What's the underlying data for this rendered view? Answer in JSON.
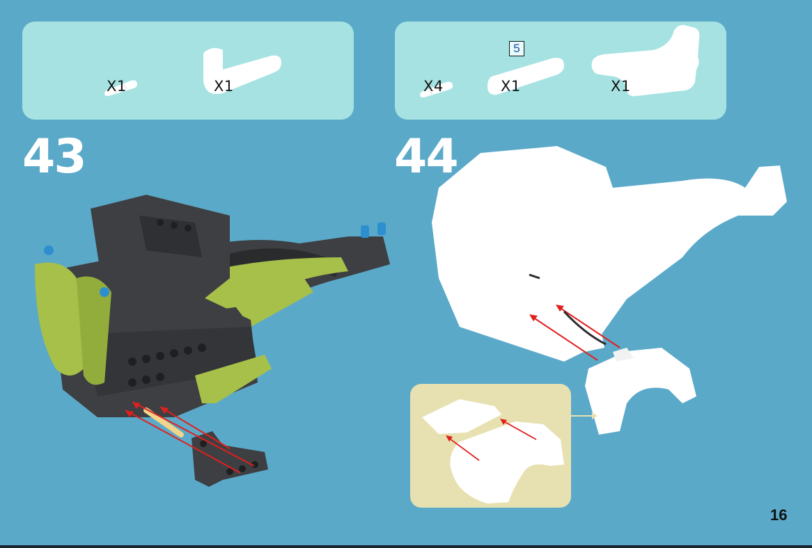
{
  "step43": {
    "number": "43",
    "parts": [
      {
        "icon": "axle-pin-part-icon",
        "qty": "X1"
      },
      {
        "icon": "angled-beam-part-icon",
        "qty": "X1"
      }
    ]
  },
  "step44": {
    "number": "44",
    "beam_length": "5",
    "parts": [
      {
        "icon": "axle-pin-part-icon",
        "qty": "X4"
      },
      {
        "icon": "straight-beam-part-icon",
        "qty": "X1"
      },
      {
        "icon": "arched-panel-part-icon",
        "qty": "X1"
      }
    ]
  },
  "page_number": "16",
  "colors": {
    "background": "#5aa9c9",
    "panel": "#a6e2e2",
    "callout": "#e7e1b1",
    "model_dark": "#3d3f42",
    "model_lime": "#a7c04a",
    "arrow": "#e0201e"
  }
}
